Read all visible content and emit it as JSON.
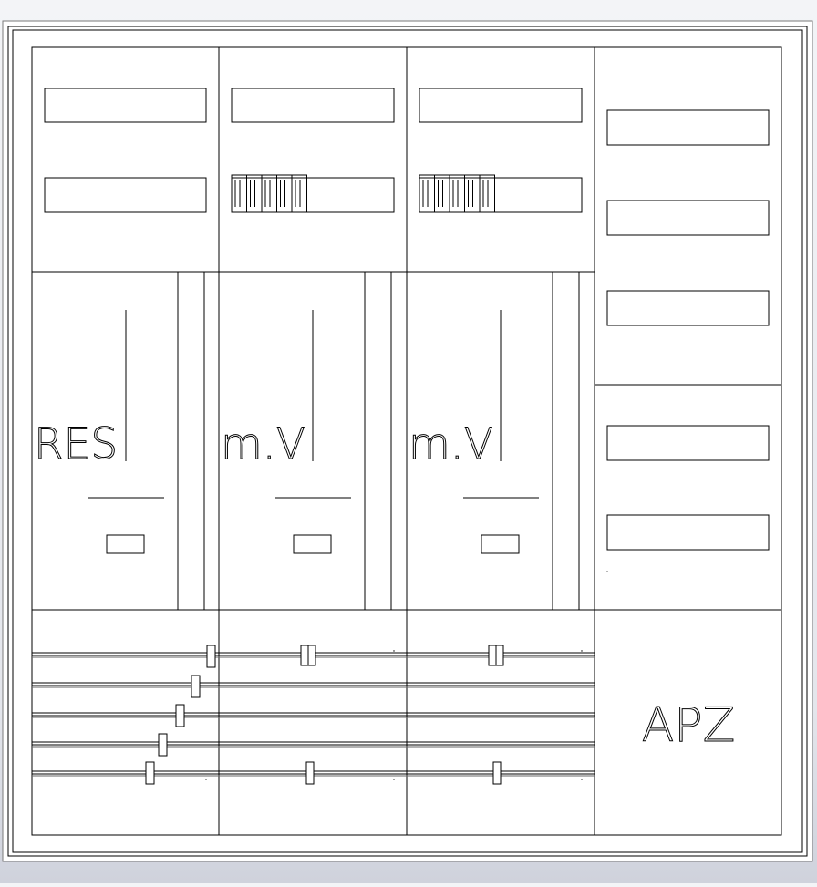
{
  "drawing": {
    "stroke_color": "#000000",
    "paper_color": "#ffffff",
    "background_color": "#dde0e8"
  },
  "fields": [
    {
      "label": "RES",
      "style": "wire-letters"
    },
    {
      "label": "m.V",
      "style": "wire-letters"
    },
    {
      "label": "m.V",
      "style": "wire-letters"
    }
  ],
  "apz_label": "APZ"
}
